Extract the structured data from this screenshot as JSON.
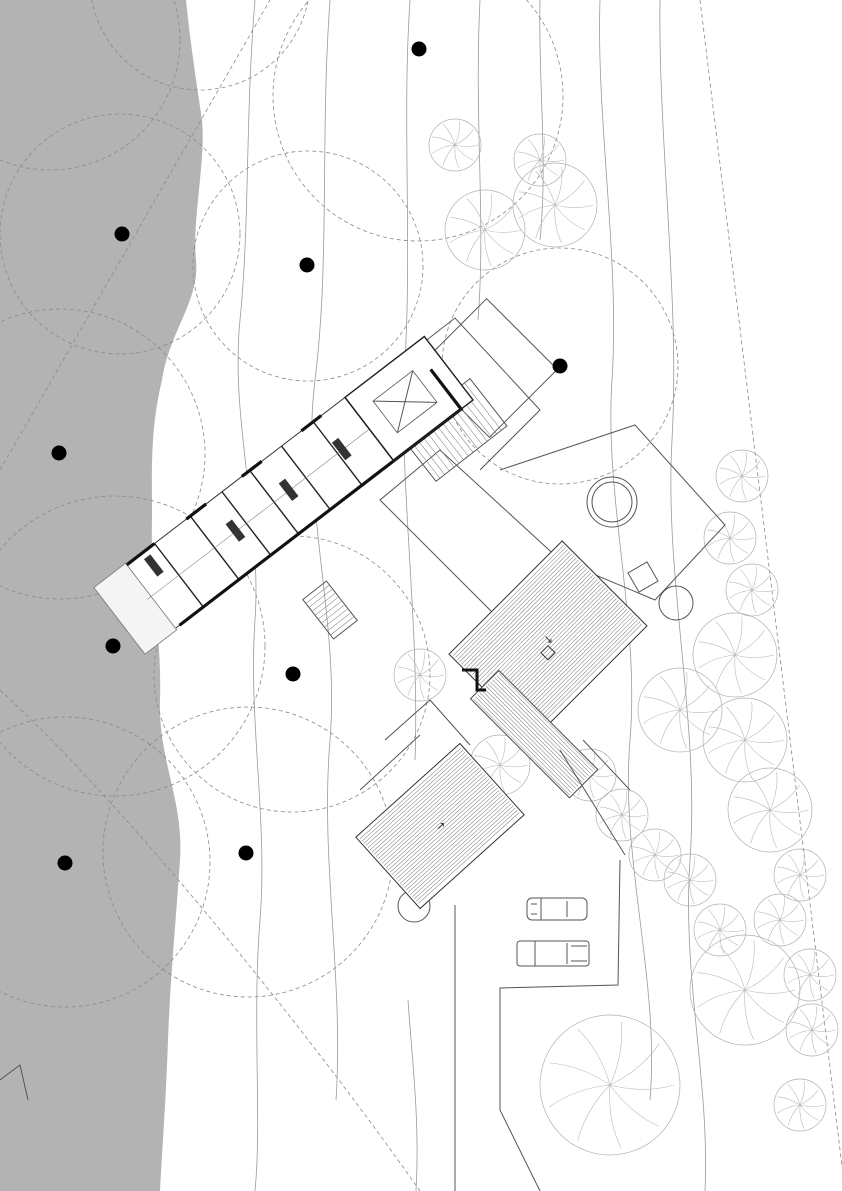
{
  "colors": {
    "water": "#b3b3b3",
    "land": "#ffffff",
    "wall": "#111111",
    "dot": "#000000",
    "tree_outline": "#b9b9b9",
    "line": "#555555"
  },
  "labels": {
    "deck_arrow": "↓",
    "lower_deck_arrow": "→"
  },
  "icons": [
    "north-arrow",
    "site-tree",
    "existing-tree-marker",
    "car"
  ]
}
